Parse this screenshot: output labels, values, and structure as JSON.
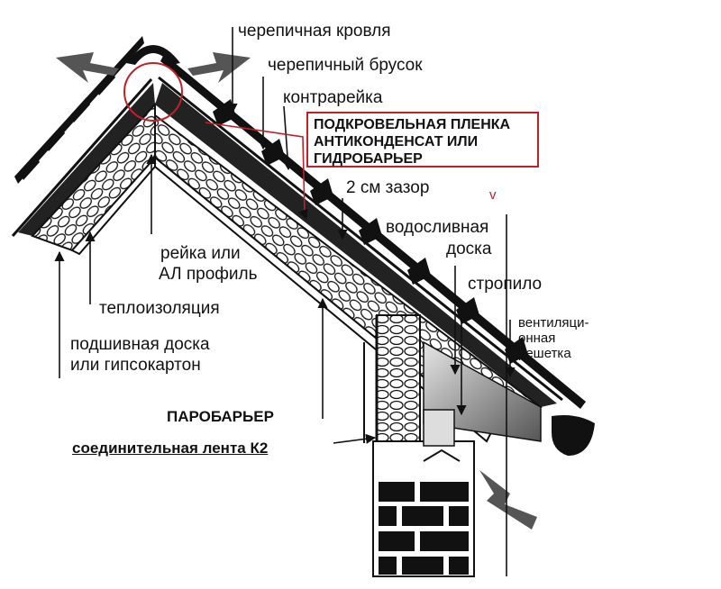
{
  "labels": {
    "tile_roof": "черепичная кровля",
    "tile_batten": "черепичный брусок",
    "counter_batten": "контрарейка",
    "gap": "2 см зазор",
    "drip_board_1": "водосливная",
    "drip_board_2": "доска",
    "rafter": "стропило",
    "vent_grille_1": "вентиляци-",
    "vent_grille_2": "онная",
    "vent_grille_3": "решетка",
    "batten_or_profile_1": "рейка или",
    "batten_or_profile_2": "АЛ профиль",
    "insulation": "теплоизоляция",
    "lining_1": "подшивная доска",
    "lining_2": "или гипсокартон",
    "vapor_barrier": "ПАРОБАРЬЕР",
    "connecting_tape": "соединительная лента  К2",
    "membrane_1": "ПОДКРОВЕЛЬНАЯ ПЛЕНКА",
    "membrane_2": "АНТИКОНДЕНСАТ ИЛИ",
    "membrane_3": "ГИДРОБАРЬЕР",
    "tick": "v"
  },
  "colors": {
    "accent": "#c0202a",
    "ink": "#111111"
  }
}
